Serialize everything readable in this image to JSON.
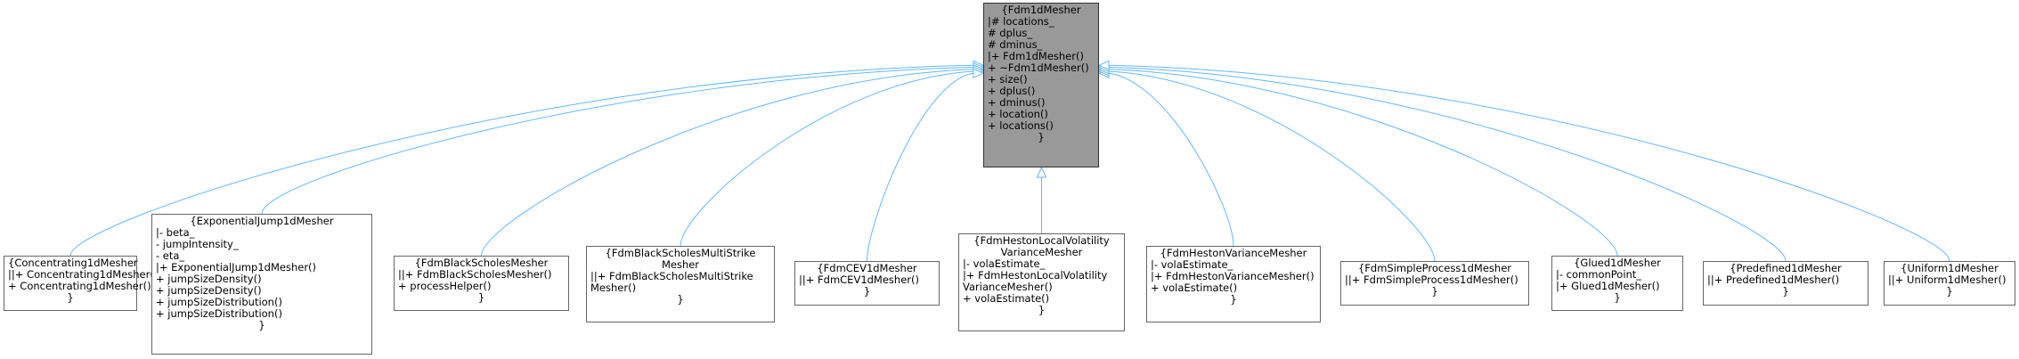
{
  "base": {
    "title": "{Fdm1dMesher",
    "lines": [
      "|# locations_",
      "# dplus_",
      "# dminus_",
      "|+ Fdm1dMesher()",
      "+ ~Fdm1dMesher()",
      "+ size()",
      "+ dplus()",
      "+ dminus()",
      "+ location()",
      "+ locations()"
    ],
    "close": "}"
  },
  "children": [
    {
      "id": "concentrating",
      "title": "{Concentrating1dMesher",
      "lines": [
        "||+ Concentrating1dMesher()",
        "+ Concentrating1dMesher()"
      ],
      "close": "}"
    },
    {
      "id": "exponentialjump",
      "title": "{ExponentialJump1dMesher",
      "lines": [
        "|- beta_",
        "- jumpIntensity_",
        "- eta_",
        "|+ ExponentialJump1dMesher()",
        "+ jumpSizeDensity()",
        "+ jumpSizeDensity()",
        "+ jumpSizeDistribution()",
        "+ jumpSizeDistribution()"
      ],
      "close": "}"
    },
    {
      "id": "blackscholes",
      "title": "{FdmBlackScholesMesher",
      "lines": [
        "||+ FdmBlackScholesMesher()",
        "+ processHelper()"
      ],
      "close": "}"
    },
    {
      "id": "blackscholesmulti",
      "title": "{FdmBlackScholesMultiStrike\nMesher",
      "lines": [
        "||+ FdmBlackScholesMultiStrike",
        "Mesher()",
        ""
      ],
      "close": "}"
    },
    {
      "id": "cev",
      "title": "{FdmCEV1dMesher",
      "lines": [
        "||+ FdmCEV1dMesher()"
      ],
      "close": "}"
    },
    {
      "id": "hestonlocalvol",
      "title": "{FdmHestonLocalVolatility\nVarianceMesher",
      "lines": [
        "|- volaEstimate_",
        "|+ FdmHestonLocalVolatility",
        "VarianceMesher()",
        "+ volaEstimate()"
      ],
      "close": "}"
    },
    {
      "id": "hestonvariance",
      "title": "{FdmHestonVarianceMesher",
      "lines": [
        "|- volaEstimate_",
        "|+ FdmHestonVarianceMesher()",
        "+ volaEstimate()"
      ],
      "close": "}"
    },
    {
      "id": "simpleprocess",
      "title": "{FdmSimpleProcess1dMesher",
      "lines": [
        "||+ FdmSimpleProcess1dMesher()"
      ],
      "close": "}"
    },
    {
      "id": "glued",
      "title": "{Glued1dMesher",
      "lines": [
        "|- commonPoint_",
        "|+ Glued1dMesher()"
      ],
      "close": "}"
    },
    {
      "id": "predefined",
      "title": "{Predefined1dMesher",
      "lines": [
        "||+ Predefined1dMesher()"
      ],
      "close": "}"
    },
    {
      "id": "uniform",
      "title": "{Uniform1dMesher",
      "lines": [
        "||+ Uniform1dMesher()"
      ],
      "close": "}"
    }
  ],
  "colors": {
    "edge": "#63b8ff",
    "base_fill": "#999999",
    "box_border": "#666666"
  }
}
